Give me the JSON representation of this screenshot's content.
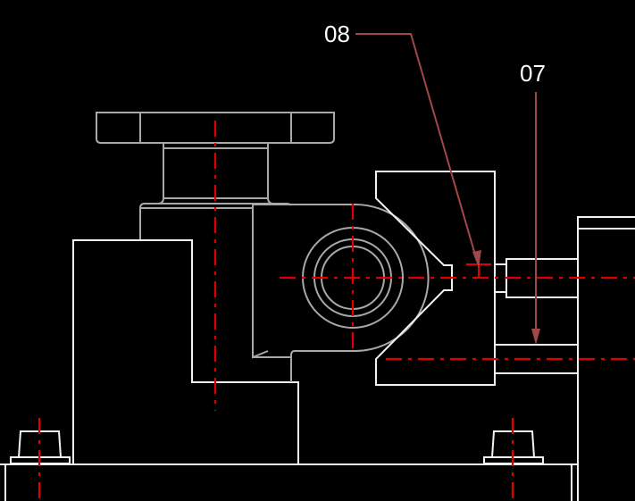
{
  "drawing": {
    "background": "#000000",
    "line_color": "#f2f2f2",
    "centerline_color": "#e00000",
    "leader_color": "#a04848",
    "callouts": [
      {
        "id": "08",
        "label": "08"
      },
      {
        "id": "07",
        "label": "07"
      }
    ]
  }
}
